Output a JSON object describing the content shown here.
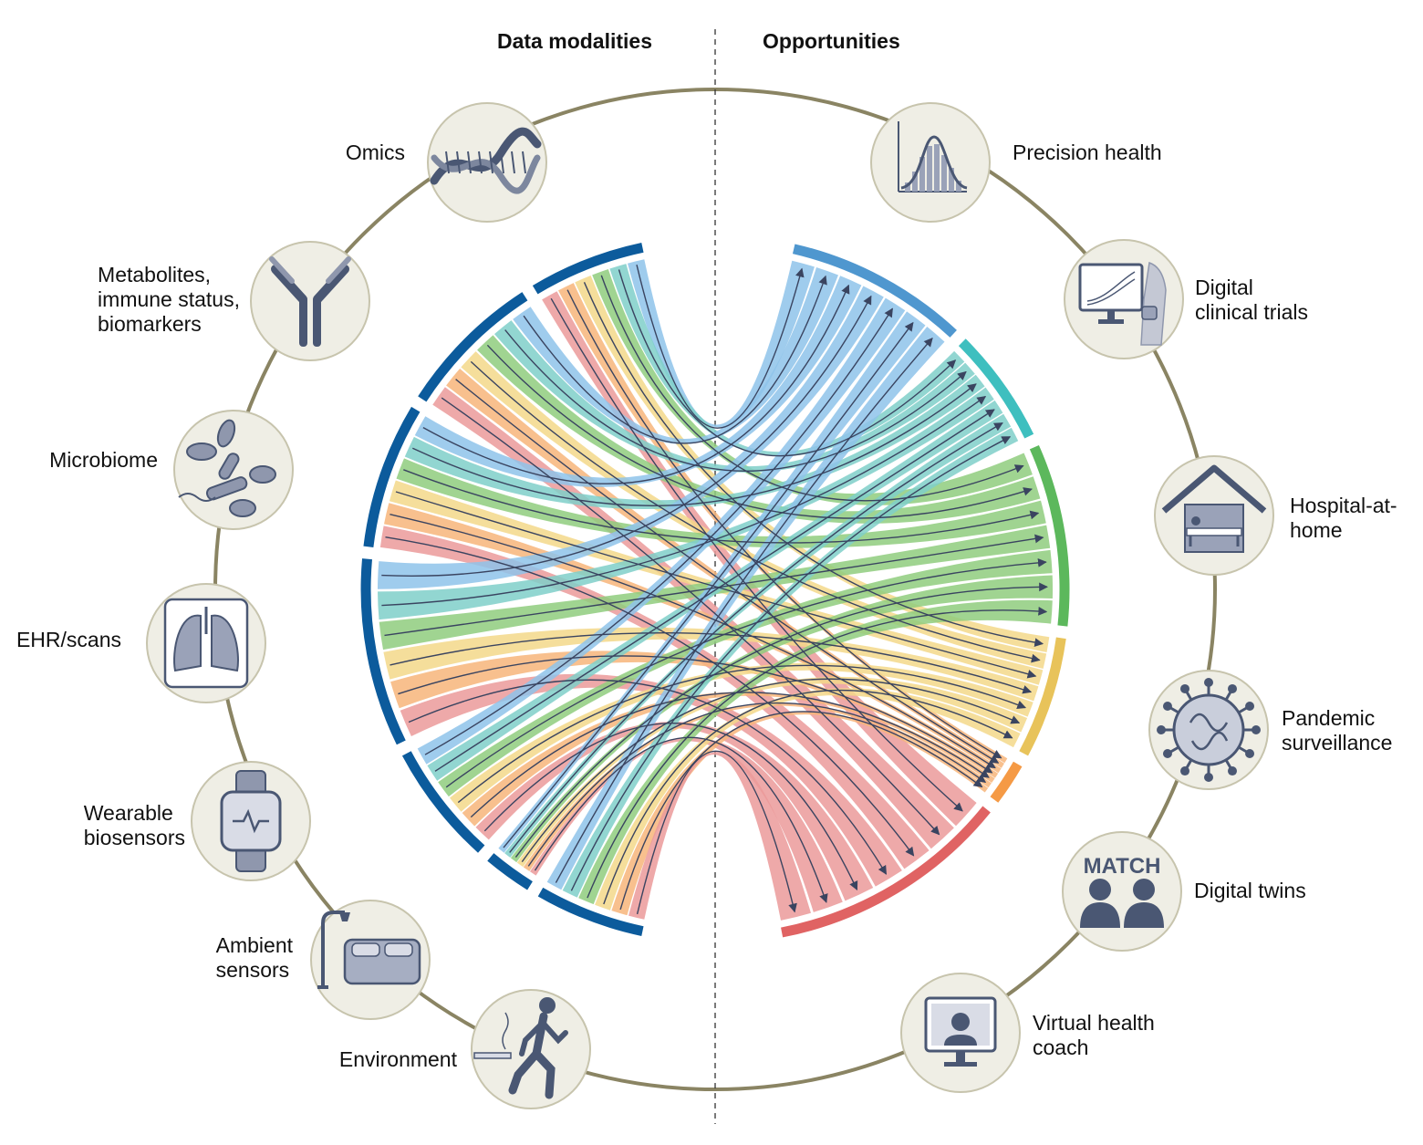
{
  "headers": {
    "left": "Data modalities",
    "right": "Opportunities"
  },
  "modalities": [
    {
      "id": "omics",
      "lines": [
        "Omics"
      ],
      "icon": "dna-helix-icon"
    },
    {
      "id": "metabolites",
      "lines": [
        "Metabolites,",
        "immune status,",
        "biomarkers"
      ],
      "icon": "antibody-icon"
    },
    {
      "id": "microbiome",
      "lines": [
        "Microbiome"
      ],
      "icon": "bacteria-icon"
    },
    {
      "id": "ehr",
      "lines": [
        "EHR/scans"
      ],
      "icon": "lungs-scan-icon"
    },
    {
      "id": "wearable",
      "lines": [
        "Wearable",
        "biosensors"
      ],
      "icon": "smartwatch-icon"
    },
    {
      "id": "ambient",
      "lines": [
        "Ambient",
        "sensors"
      ],
      "icon": "bed-lamp-icon"
    },
    {
      "id": "environment",
      "lines": [
        "Environment"
      ],
      "icon": "runner-smoke-icon"
    }
  ],
  "opportunities": [
    {
      "id": "precision",
      "lines": [
        "Precision health"
      ],
      "icon": "distribution-chart-icon",
      "color": "#4f97cf"
    },
    {
      "id": "trials",
      "lines": [
        "Digital",
        "clinical trials"
      ],
      "icon": "monitor-patient-icon",
      "color": "#3ebfbf"
    },
    {
      "id": "hospital",
      "lines": [
        "Hospital-at-",
        "home"
      ],
      "icon": "house-bed-icon",
      "color": "#5cb85c"
    },
    {
      "id": "pandemic",
      "lines": [
        "Pandemic",
        "surveillance"
      ],
      "icon": "virus-icon",
      "color": "#e8c35a"
    },
    {
      "id": "twins",
      "lines": [
        "Digital twins"
      ],
      "icon": "match-people-icon",
      "color": "#f59a45"
    },
    {
      "id": "coach",
      "lines": [
        "Virtual health",
        "coach"
      ],
      "icon": "video-coach-icon",
      "color": "#e06363"
    }
  ],
  "icon_texts": {
    "match": "MATCH"
  },
  "colors": {
    "ring": "#8a8463",
    "icon_circle_fill": "#efeee5",
    "icon_circle_stroke": "#c7c4ad",
    "icon_ink": "#4a5773",
    "modality_arc": "#0c5b9c",
    "arrow": "#3a4460",
    "ribbons": [
      "#8ec3ea",
      "#7fcfc9",
      "#8fcc7e",
      "#f3d88a",
      "#f7b57a",
      "#eb9a9a"
    ]
  }
}
